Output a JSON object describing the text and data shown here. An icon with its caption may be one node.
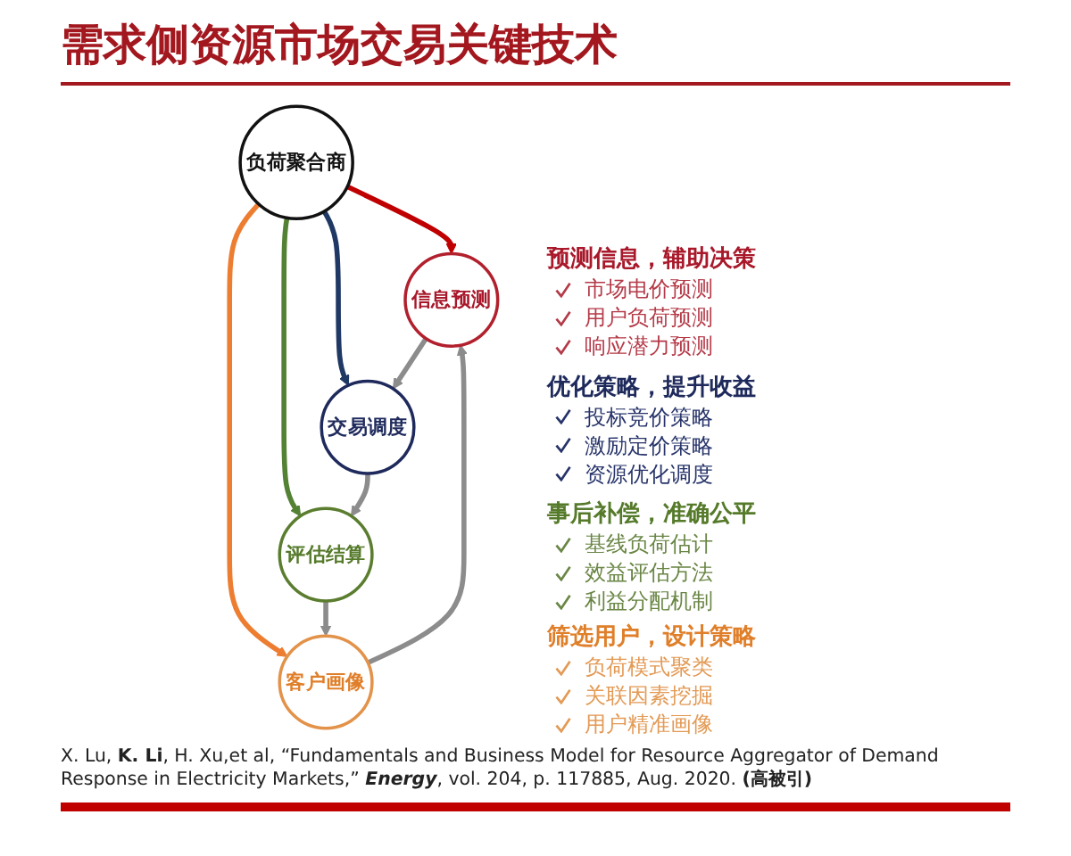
{
  "diagram": {
    "title": "需求侧资源市场交易关键技术",
    "caption": "X. Lu, **K. Li**, H. Xu,et al, “Fundamentals and Business Model for Resource Aggregator of Demand Response in Electricity Markets,” *Energy*, vol. 204, p. 117885, Aug. 2020. **(高被引)**",
    "nodes": [
      {
        "text": [
          "信息预测"
        ],
        "beside": [
          "预测信息，辅助决策",
          "市场电价预测",
          "用户负荷预测",
          "响应潜力预测"
        ]
      },
      {
        "text": [
          "客户画像"
        ],
        "beside": [
          "筛选用户，设计策略",
          "负荷模式聚类",
          "关联因素挖掘",
          "用户精准画像"
        ]
      },
      {
        "text": [
          "负荷聚合商"
        ]
      },
      {
        "text": [
          "交易调度"
        ],
        "beside": [
          "优化策略，提升收益",
          "投标竞价策略",
          "激励定价策略",
          "资源优化调度"
        ]
      },
      {
        "text": [
          "评估结算"
        ],
        "beside": [
          "事后补偿，准确公平",
          "基线负荷估计",
          "效益评估方法",
          "利益分配机制"
        ]
      }
    ],
    "edges": [
      {
        "from": 2,
        "to": 0,
        "arrow": "to",
        "color": "#c00000"
      },
      {
        "from": 2,
        "to": 3,
        "arrow": "to",
        "color": "#1f3864"
      },
      {
        "from": 2,
        "to": 4,
        "arrow": "to",
        "color": "#548235"
      },
      {
        "from": 2,
        "to": 1,
        "arrow": "to",
        "color": "#ed7d31"
      },
      {
        "from": 0,
        "to": 3,
        "arrow": "to"
      },
      {
        "from": 3,
        "to": 4,
        "arrow": "to"
      },
      {
        "from": 4,
        "to": 1,
        "arrow": "to"
      },
      {
        "from": 1,
        "to": 0,
        "arrow": "to"
      }
    ]
  }
}
